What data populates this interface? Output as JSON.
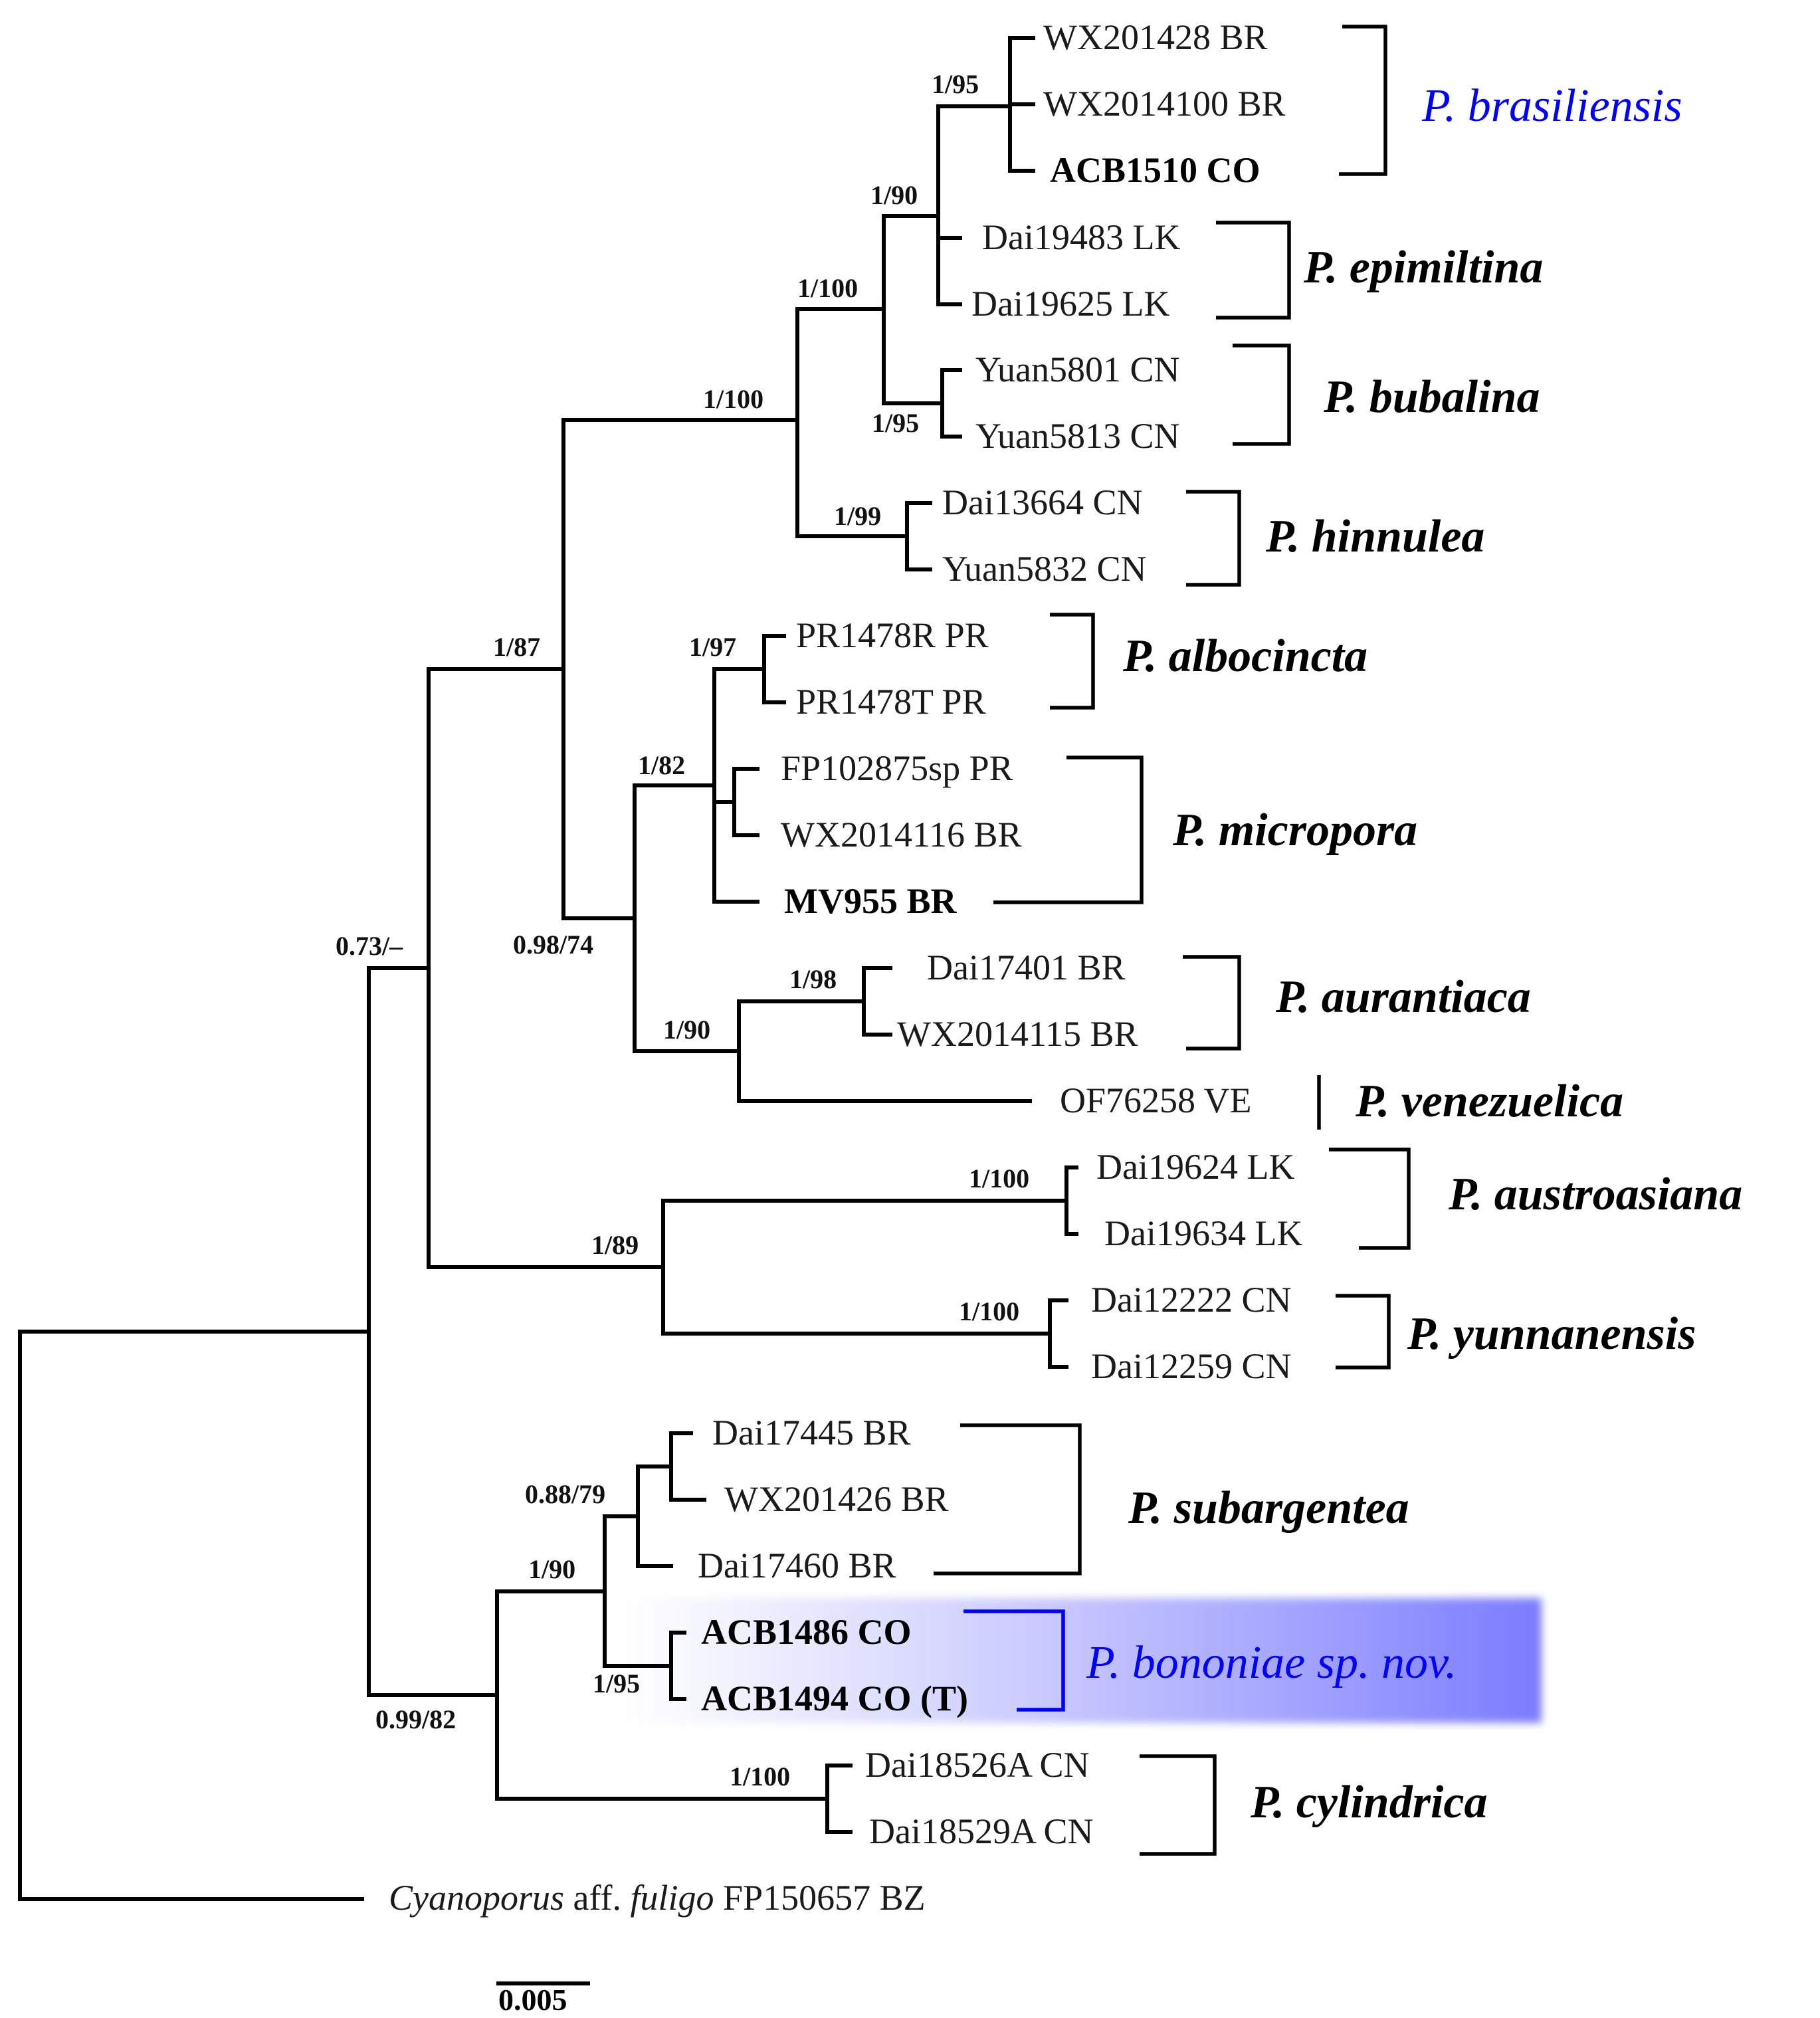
{
  "tips": {
    "t1": {
      "label": "WX201428 BR"
    },
    "t2": {
      "label": "WX2014100 BR"
    },
    "t3": {
      "label": "ACB1510 CO"
    },
    "t4": {
      "label": "Dai19483 LK"
    },
    "t5": {
      "label": "Dai19625 LK"
    },
    "t6": {
      "label": "Yuan5801 CN"
    },
    "t7": {
      "label": "Yuan5813 CN"
    },
    "t8": {
      "label": "Dai13664 CN"
    },
    "t9": {
      "label": "Yuan5832 CN"
    },
    "t10": {
      "label": "PR1478R PR"
    },
    "t11": {
      "label": "PR1478T PR"
    },
    "t12": {
      "label": "FP102875sp PR"
    },
    "t13": {
      "label": "WX2014116 BR"
    },
    "t14": {
      "label": "MV955 BR"
    },
    "t15": {
      "label": "Dai17401 BR"
    },
    "t16": {
      "label": "WX2014115 BR"
    },
    "t17": {
      "label": "OF76258 VE"
    },
    "t18": {
      "label": "Dai19624 LK"
    },
    "t19": {
      "label": "Dai19634 LK"
    },
    "t20": {
      "label": "Dai12222 CN"
    },
    "t21": {
      "label": "Dai12259 CN"
    },
    "t22": {
      "label": "Dai17445 BR"
    },
    "t23": {
      "label": "WX201426 BR"
    },
    "t24": {
      "label": "Dai17460 BR"
    },
    "t25": {
      "label": "ACB1486 CO"
    },
    "t26": {
      "label": "ACB1494 CO (T)"
    },
    "t27": {
      "label": "Dai18526A CN"
    },
    "t28": {
      "label": "Dai18529A CN"
    },
    "outgroup": {
      "genus": "Cyanoporus",
      "aff": " aff. ",
      "species": "fuligo",
      "code": " FP150657 BZ"
    }
  },
  "supports": {
    "s_brasiliensis": "1/95",
    "s_epimiltina_bras": "1/90",
    "s_bubalina_group": "1/100",
    "s_bubalina": "1/95",
    "s_upper": "1/100",
    "s_hinnulea": "1/99",
    "s_big": "1/87",
    "s_albocincta": "1/97",
    "s_albo_micro": "1/82",
    "s_lower": "0.98/74",
    "s_aurantiaca": "1/98",
    "s_aur_ven": "1/90",
    "s_root_a": "0.73/–",
    "s_austroasiana": "1/100",
    "s_austro_yunn": "1/89",
    "s_yunnanensis": "1/100",
    "s_subargentea": "0.88/79",
    "s_sub_bon": "1/90",
    "s_bononiae": "1/95",
    "s_root_b": "0.99/82",
    "s_cylindrica": "1/100"
  },
  "clades": {
    "brasiliensis": "P. brasiliensis",
    "epimiltina": "P. epimiltina",
    "bubalina": "P. bubalina",
    "hinnulea": "P. hinnulea",
    "albocincta": "P. albocincta",
    "micropora": "P. micropora",
    "aurantiaca": "P. aurantiaca",
    "venezuelica": "P. venezuelica",
    "austroasiana": "P. austroasiana",
    "yunnanensis": "P. yunnanensis",
    "subargentea": "P. subargentea",
    "bononiae": "P. bononiae sp. nov.",
    "cylindrica": "P. cylindrica"
  },
  "scale_bar": {
    "label": "0.005"
  },
  "colors": {
    "new_species_highlight": "#8c8cff",
    "highlight_text": "#0000ff",
    "branch": "#000000"
  }
}
